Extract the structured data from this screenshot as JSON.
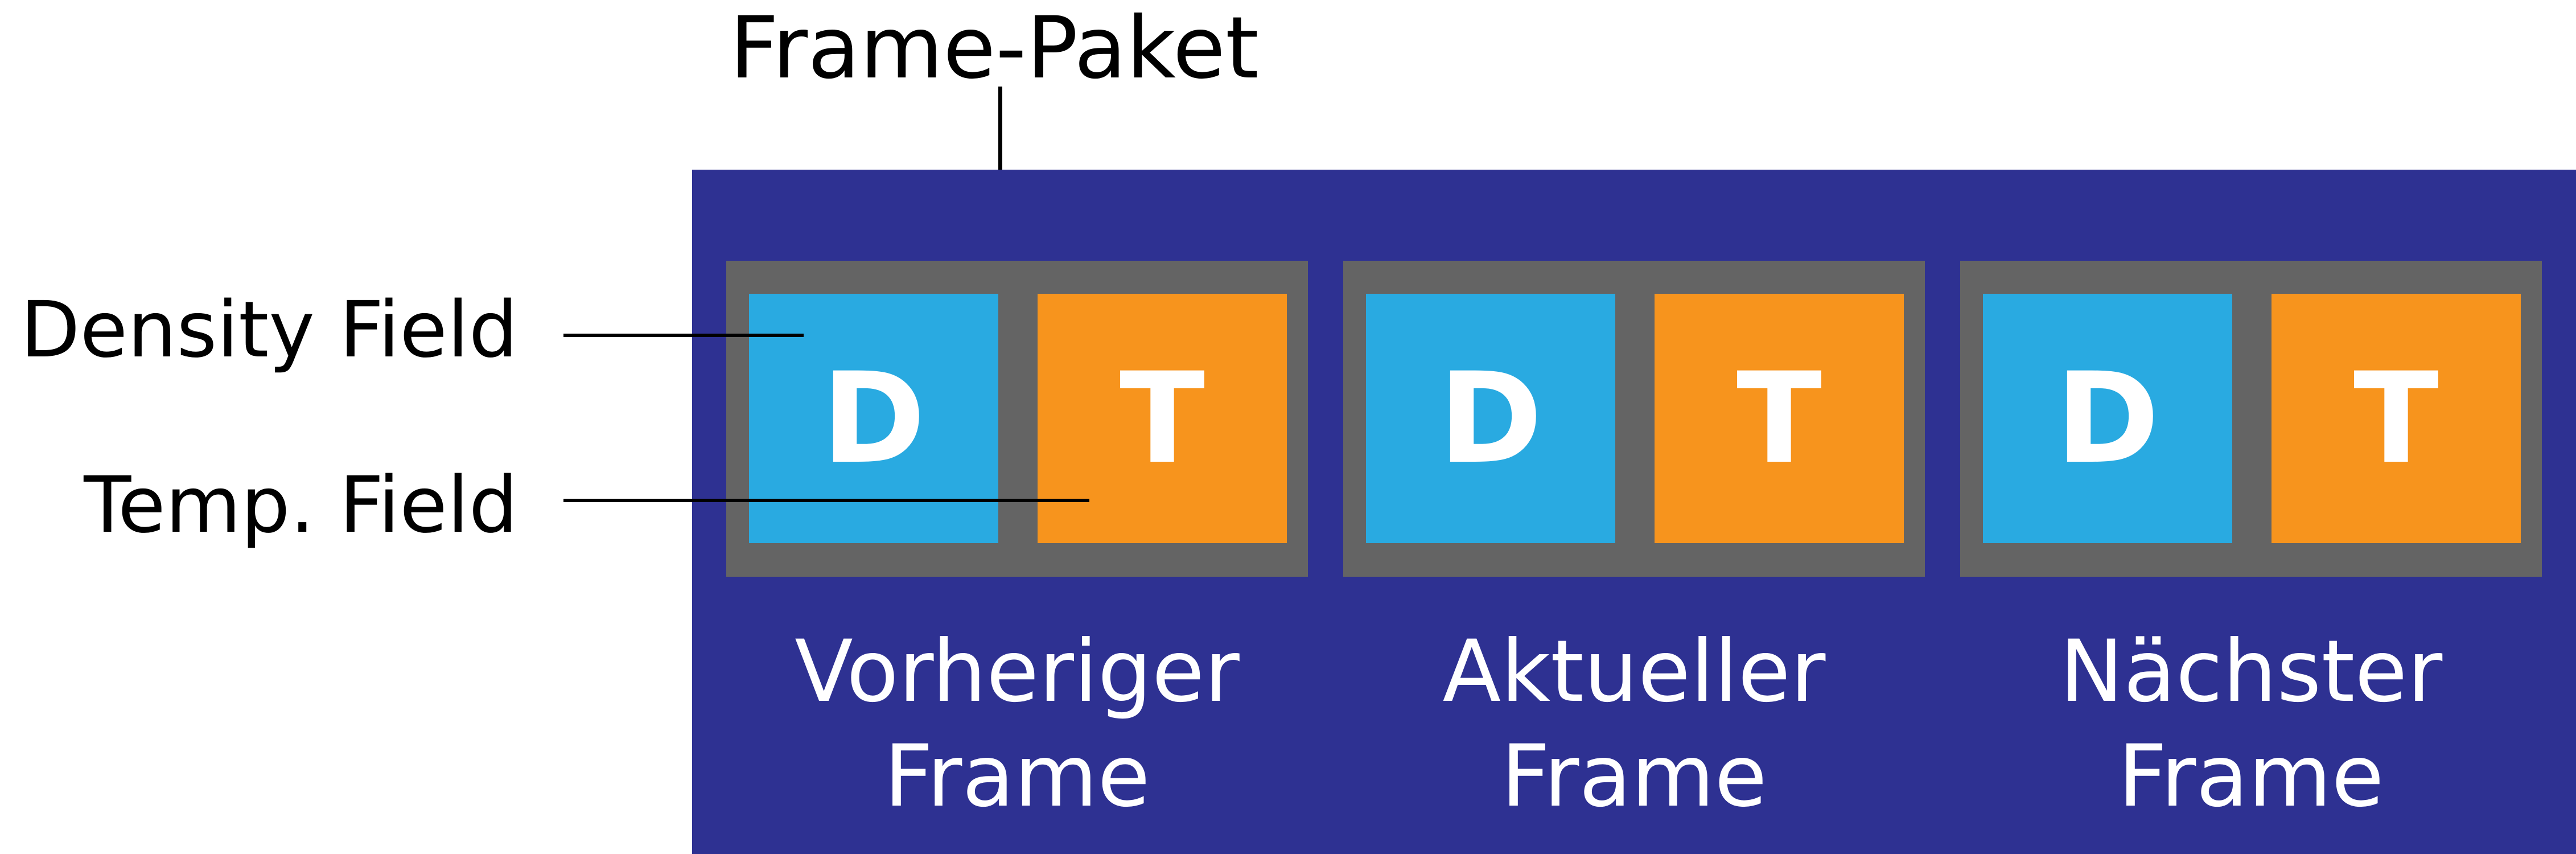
{
  "title": "Frame-Paket",
  "labels": {
    "density": "Density Field",
    "temp": "Temp. Field"
  },
  "colors": {
    "panel": "#2E3192",
    "group": "#646464",
    "density": "#29AAE1",
    "temp": "#F7941D"
  },
  "frames": [
    {
      "density_letter": "D",
      "temp_letter": "T",
      "caption_line1": "Vorheriger",
      "caption_line2": "Frame"
    },
    {
      "density_letter": "D",
      "temp_letter": "T",
      "caption_line1": "Aktueller",
      "caption_line2": "Frame"
    },
    {
      "density_letter": "D",
      "temp_letter": "T",
      "caption_line1": "Nächster",
      "caption_line2": "Frame"
    }
  ]
}
